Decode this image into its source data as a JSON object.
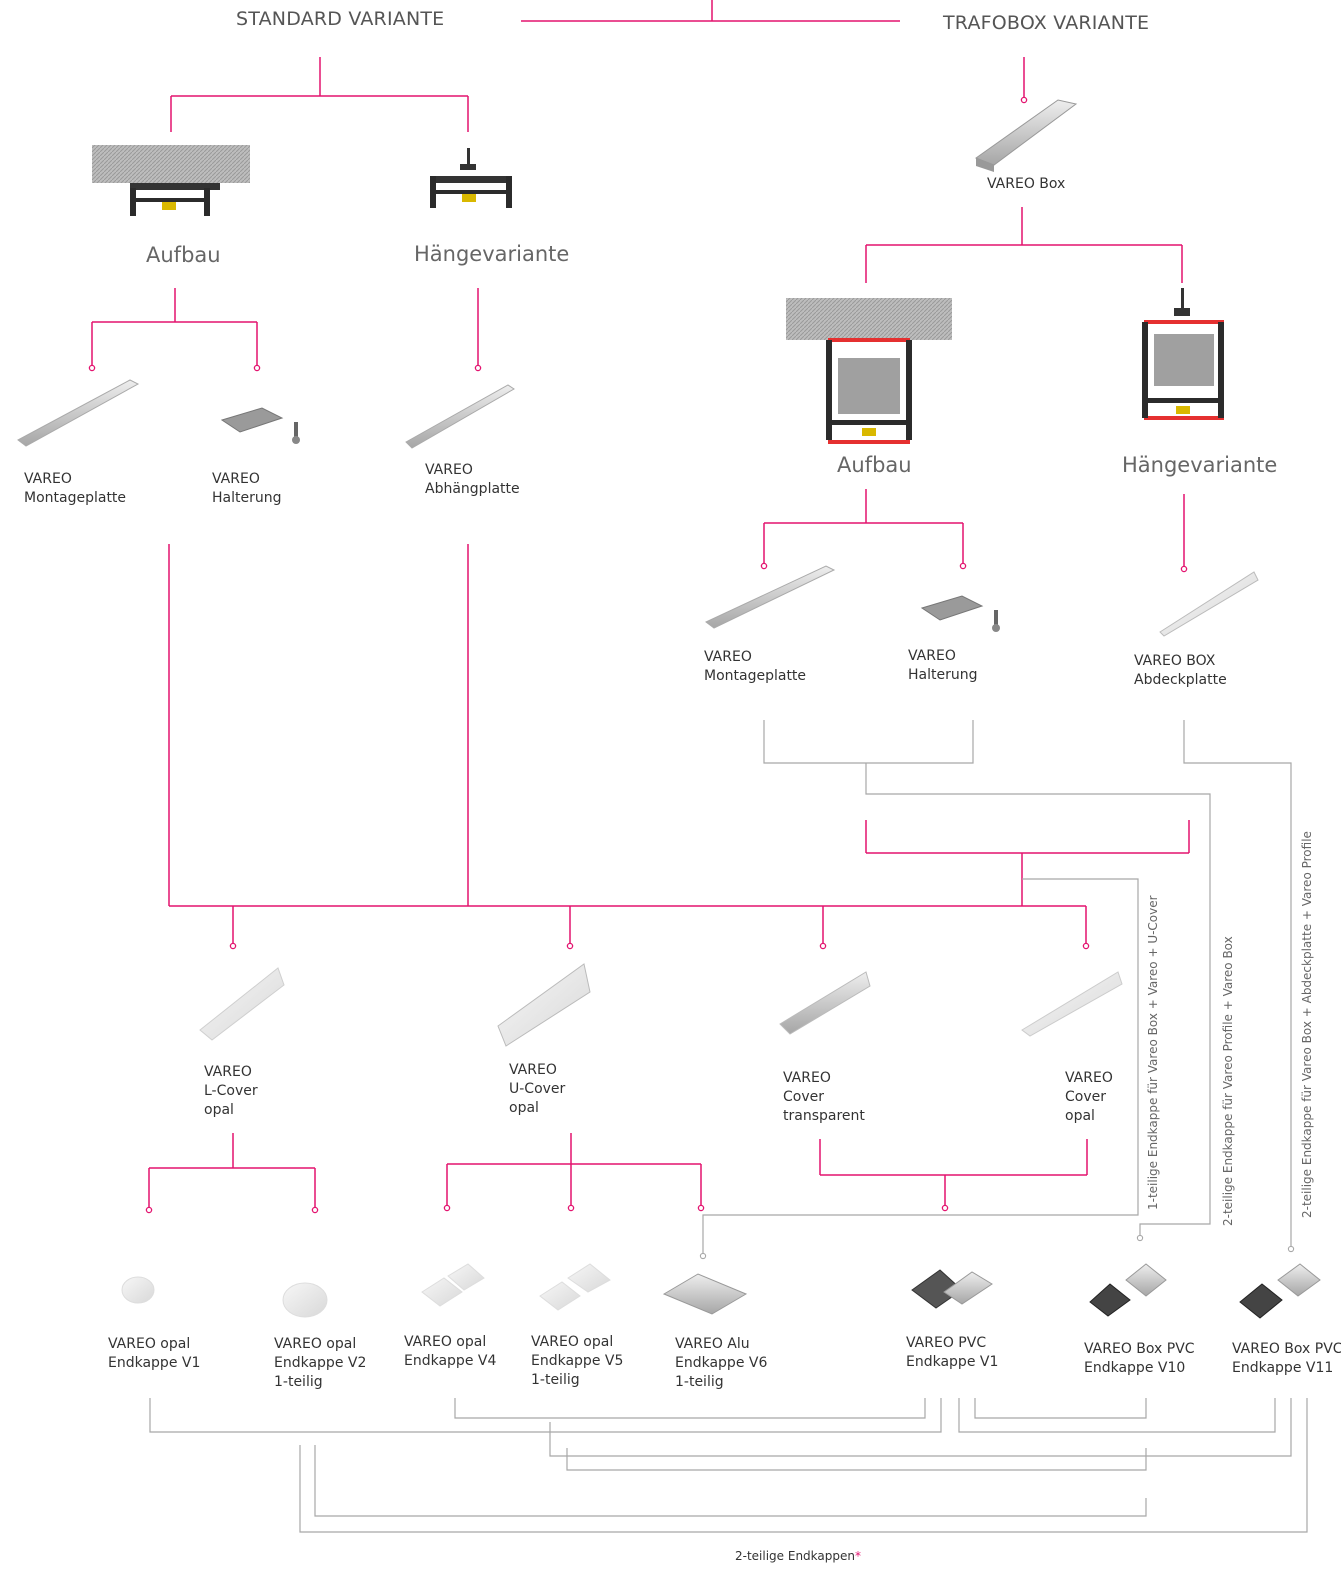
{
  "colors": {
    "connector_pink": "#e3136f",
    "connector_gray": "#a8a8a8",
    "profile_red": "#e53030"
  },
  "standard": {
    "title": "STANDARD VARIANTE",
    "aufbau": "Aufbau",
    "haenge": "Hängevariante",
    "montageplatte": "VAREO\nMontageplatte",
    "halterung": "VAREO\nHalterung",
    "abhaengplatte": "VAREO\nAbhängplatte"
  },
  "trafobox": {
    "title": "TRAFOBOX VARIANTE",
    "box": "VAREO Box",
    "aufbau": "Aufbau",
    "haenge": "Hängevariante",
    "montageplatte": "VAREO\nMontageplatte",
    "halterung": "VAREO\nHalterung",
    "abdeckplatte": "VAREO BOX\nAbdeckplatte"
  },
  "covers": {
    "l_cover": "VAREO\nL-Cover\nopal",
    "u_cover": "VAREO\nU-Cover\nopal",
    "cover_transparent": "VAREO\nCover\ntransparent",
    "cover_opal": "VAREO\nCover\nopal"
  },
  "endcaps": {
    "v1_opal": "VAREO opal\nEndkappe V1",
    "v2_opal": "VAREO opal\nEndkappe V2\n1-teilig",
    "v4_opal": "VAREO opal\nEndkappe V4",
    "v5_opal": "VAREO opal\nEndkappe V5\n1-teilig",
    "v6_alu": "VAREO Alu\nEndkappe V6\n1-teilig",
    "v1_pvc": "VAREO PVC\nEndkappe V1",
    "v10_box": "VAREO Box PVC\nEndkappe V10",
    "v11_box": "VAREO Box PVC\nEndkappe V11"
  },
  "notes": {
    "note1": "1-teilige Endkappe für Vareo Box + Vareo + U-Cover",
    "note2": "2-teilige Endkappe für Vareo Profile + Vareo Box",
    "note3": "2-teilige Endkappe für Vareo Box + Abdeckplatte + Vareo Profile",
    "footer": "2-teilige Endkappen",
    "footer_mark": "*"
  }
}
